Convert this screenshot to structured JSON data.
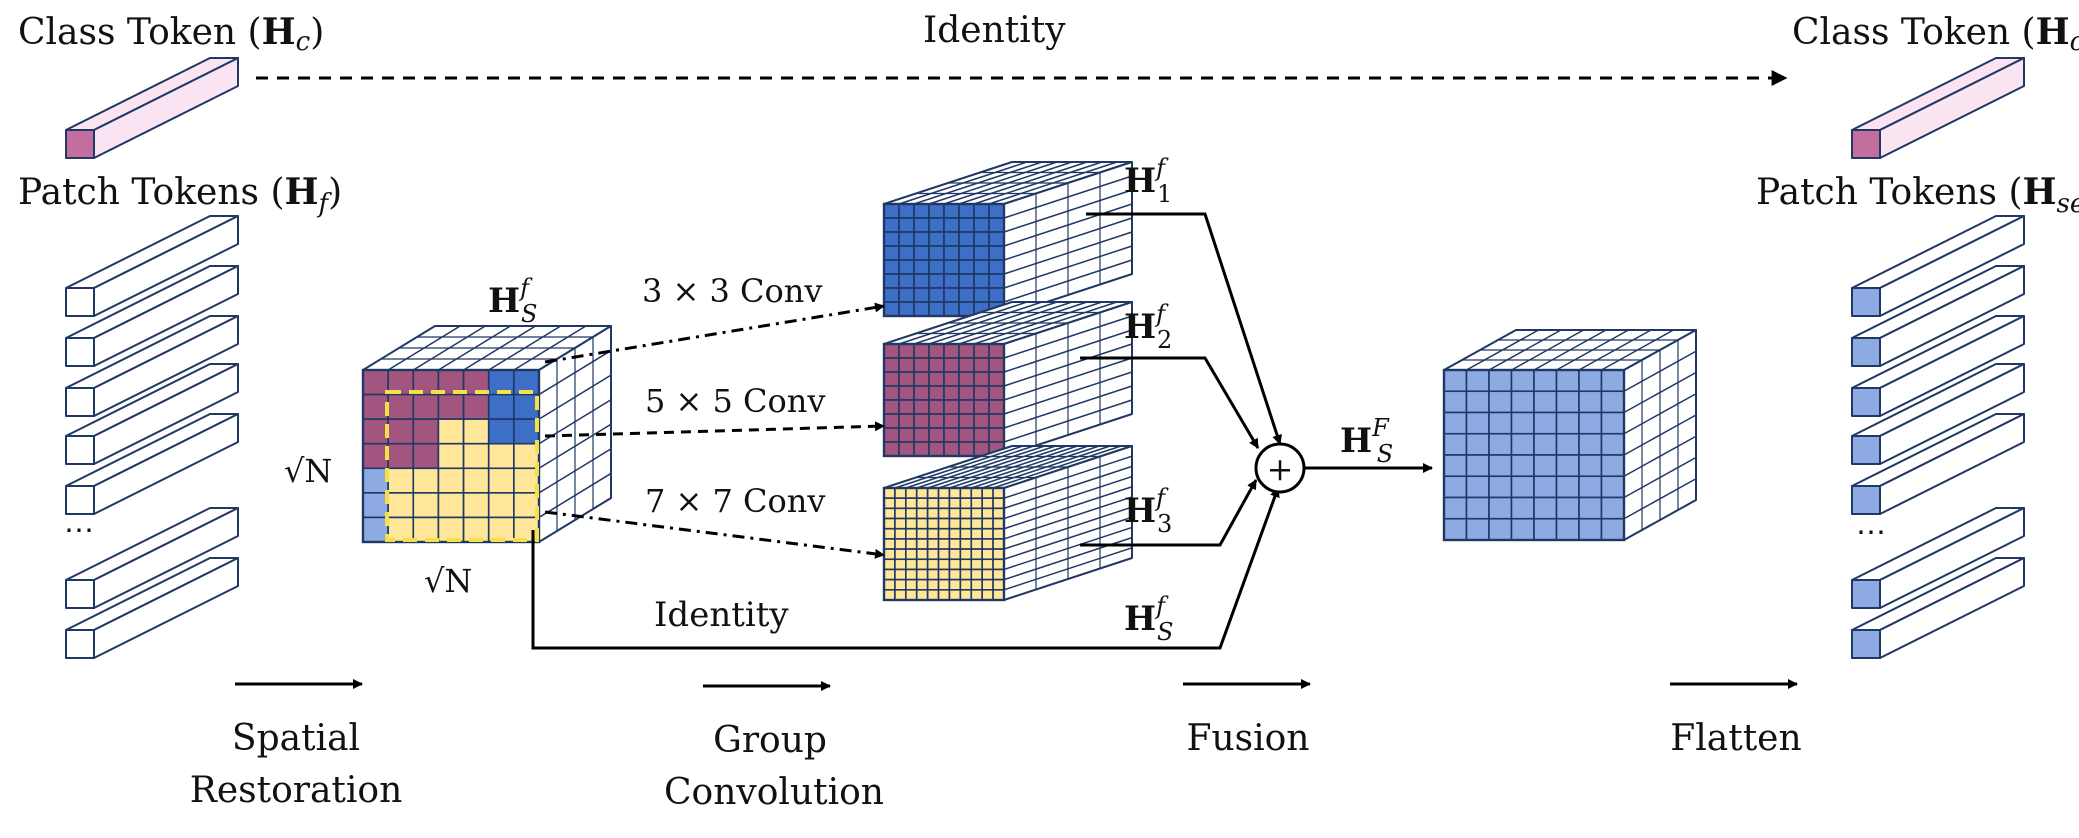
{
  "colors": {
    "outline": "#1f3864",
    "blue_face": "#3e6fc7",
    "purple_face": "#a2557e",
    "yellow_face": "#ffe699",
    "light_blue_face": "#8eaae3",
    "class_token": "#c46e9f",
    "class_token_light": "#fbe4f1",
    "dashed_region": "#f5e04a",
    "arrow": "#000000"
  },
  "labels": {
    "class_token_left": "Class Token (",
    "class_token_right": "Class Token (",
    "identity_top": "Identity",
    "patch_tokens_left": "Patch Tokens (",
    "patch_tokens_right": "Patch Tokens (",
    "sqrt_n_left": "√N",
    "sqrt_n_bottom": "√N",
    "conv3": "3 × 3 Conv",
    "conv5": "5 × 5 Conv",
    "conv7": "7 × 7 Conv",
    "identity_bottom": "Identity",
    "plus": "+",
    "ellipsis": "⋯"
  },
  "math": {
    "H": "H",
    "c": "c",
    "f": "f",
    "se": "se",
    "S": "S",
    "F": "F",
    "one": "1",
    "two": "2",
    "three": "3",
    "close": ")"
  },
  "stages": [
    "Spatial",
    "Restoration",
    "Group",
    "Convolution",
    "Fusion",
    "Flatten"
  ]
}
